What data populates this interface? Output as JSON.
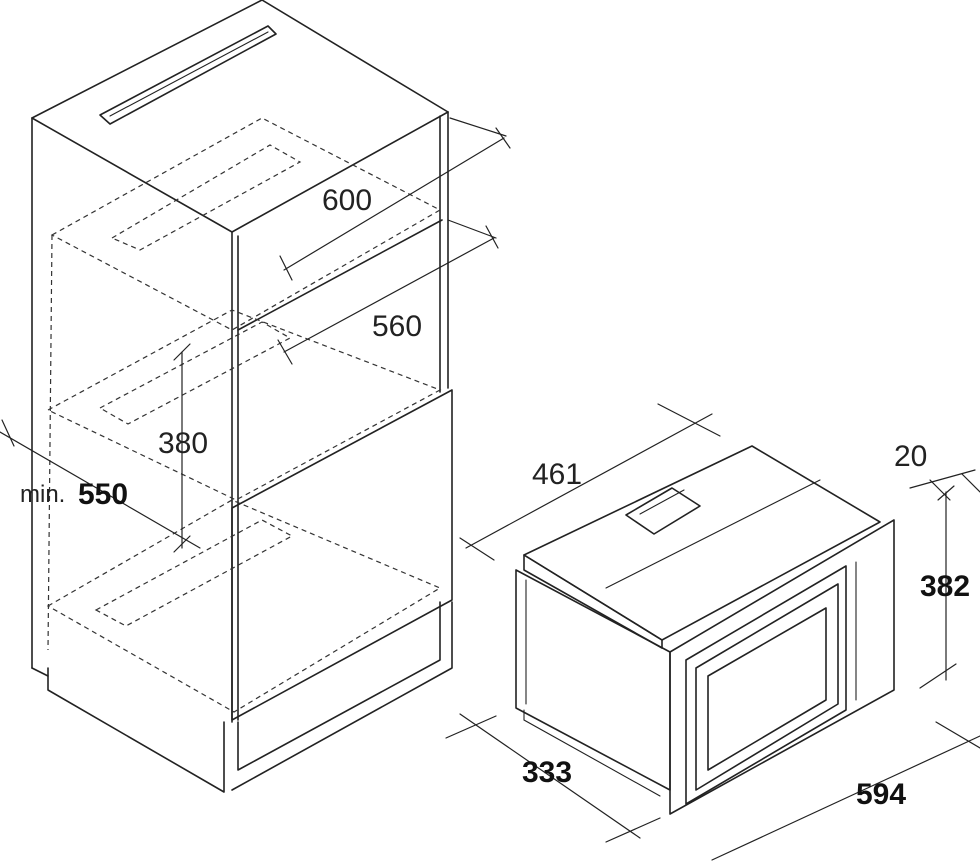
{
  "cabinet_labels": {
    "width_600": "600",
    "width_560": "560",
    "height_380": "380",
    "depth_prefix": "min.",
    "depth_550": "550"
  },
  "oven_labels": {
    "depth_461": "461",
    "frame_20": "20",
    "height_382": "382",
    "depth_333": "333",
    "width_594": "594"
  }
}
